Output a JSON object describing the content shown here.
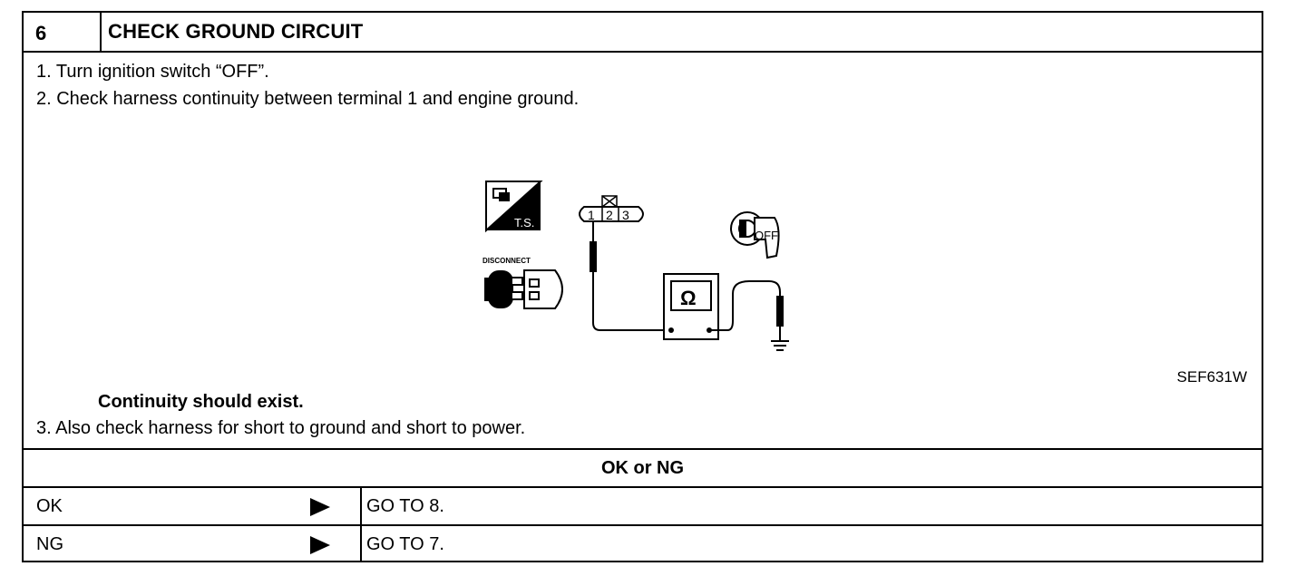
{
  "step": {
    "number": "6",
    "title": "CHECK GROUND CIRCUIT"
  },
  "instructions": {
    "line1": "1.  Turn ignition switch “OFF”.",
    "line2": "2.  Check harness continuity between terminal 1 and engine ground.",
    "result": "Continuity should exist.",
    "line3": "3.  Also check harness for short to ground and short to power."
  },
  "diagram": {
    "ts_label": "T.S.",
    "disconnect_label": "DISCONNECT",
    "terminals": [
      "1",
      "2",
      "3"
    ],
    "meter_symbol": "Ω",
    "key_label": "OFF",
    "reference": "SEF631W"
  },
  "decision": {
    "prompt": "OK or NG",
    "rows": [
      {
        "condition": "OK",
        "action": "GO TO 8."
      },
      {
        "condition": "NG",
        "action": "GO TO 7."
      }
    ]
  }
}
